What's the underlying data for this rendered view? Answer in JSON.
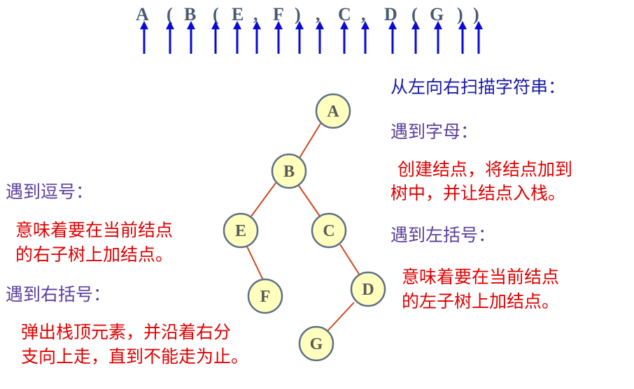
{
  "sequence": {
    "tokens": [
      "A",
      "(",
      "B",
      "(",
      "E",
      ",",
      "F",
      ")",
      ",",
      "C",
      ",",
      "D",
      "(",
      "G",
      ")",
      ")"
    ],
    "arrow_count": 16
  },
  "tree": {
    "nodes": [
      "A",
      "B",
      "E",
      "C",
      "F",
      "D",
      "G"
    ],
    "edges": [
      [
        "A",
        "B"
      ],
      [
        "B",
        "E"
      ],
      [
        "B",
        "C"
      ],
      [
        "E",
        "F"
      ],
      [
        "C",
        "D"
      ],
      [
        "D",
        "G"
      ]
    ]
  },
  "notes": {
    "scan_title": "从左向右扫描字符串：",
    "letter_heading": "遇到字母：",
    "letter_body": [
      "创建结点，将结点加到",
      "树中，并让结点入栈。"
    ],
    "lparen_heading": "遇到左括号：",
    "lparen_body": [
      "意味着要在当前结点",
      "的左子树上加结点。"
    ],
    "comma_heading": "遇到逗号：",
    "comma_body": [
      "意味着要在当前结点",
      "的右子树上加结点。"
    ],
    "rparen_heading": "遇到右括号：",
    "rparen_body": [
      "弹出栈顶元素，并沿着右分",
      "支向上走，直到不能走为止。"
    ]
  },
  "colors": {
    "arrow": "#0a0ad8",
    "edge": "#d2461e",
    "node_fill": "#ffffbe",
    "node_stroke": "#5c6f86",
    "heading": "#5b3e9c",
    "body": "#e00000",
    "title": "#1a1aa6"
  }
}
